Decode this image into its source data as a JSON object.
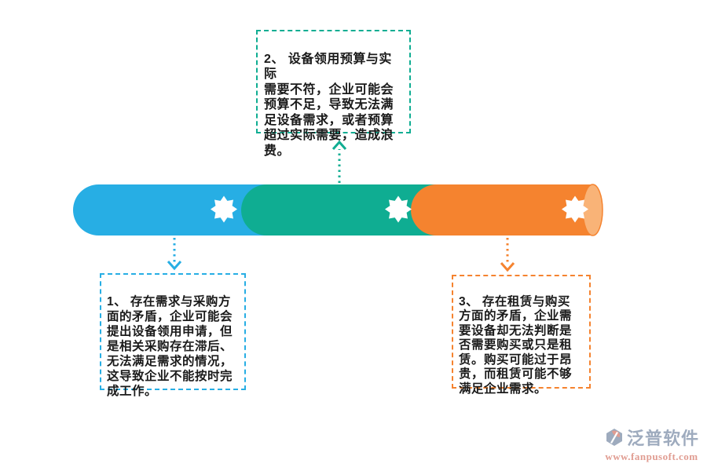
{
  "colors": {
    "blue": "#27AEE4",
    "green": "#0FAD92",
    "orange": "#F5832F",
    "orange_cap": "#F9B377",
    "star": "#FFFFFF",
    "text": "#1A1A1A",
    "logo_gray": "#8E9DB3",
    "logo_salmon": "#DB8B7E"
  },
  "callouts": [
    {
      "id": "1",
      "accent": "blue",
      "text": "1、 存在需求与采购方\n面的矛盾，企业可能会\n提出设备领用申请，但\n是相关采购存在滞后、\n无法满足需求的情况，\n这导致企业不能按时完\n成工作。"
    },
    {
      "id": "2",
      "accent": "green",
      "text": "2、 设备领用预算与实际\n需要不符，企业可能会\n预算不足，导致无法满\n足设备需求，或者预算\n超过实际需要，造成浪\n费。"
    },
    {
      "id": "3",
      "accent": "orange",
      "text": "3、 存在租赁与购买\n方面的矛盾，企业需\n要设备却无法判断是\n否需要购买或只是租\n赁。购买可能过于昂\n贵，而租赁可能不够\n满足企业需求。"
    }
  ],
  "footer": {
    "brand": "泛普软件",
    "url": "www.fanpusoft.com"
  }
}
